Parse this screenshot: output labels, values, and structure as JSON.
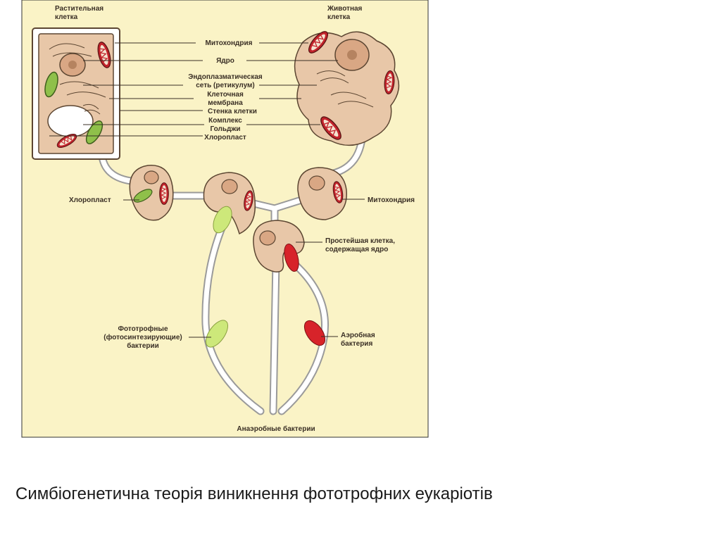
{
  "labels": {
    "plant_cell": [
      "Растительная",
      "клетка"
    ],
    "animal_cell": [
      "Животная",
      "клетка"
    ],
    "mitochondria_top": "Митохондрия",
    "nucleus": "Ядро",
    "er": [
      "Эндоплазматическая",
      "сеть (ретикулум)"
    ],
    "cell_membrane": [
      "Клеточная",
      "мембрана"
    ],
    "cell_wall": "Стенка клетки",
    "golgi": [
      "Комплекс",
      "Гольджи"
    ],
    "chloroplast_top": "Хлоропласт",
    "chloroplast_left": "Хлоропласт",
    "mitochondria_right": "Митохондрия",
    "protozoan": [
      "Простейшая клетка,",
      "содержащая ядро"
    ],
    "phototrophic": [
      "Фототрофные",
      "(фотосинтезирующие)",
      "бактерии"
    ],
    "aerobic": [
      "Аэробная",
      "бактерия"
    ],
    "anaerobic": "Анаэробные бактерии"
  },
  "caption": "Симбіогенетична теорія виникнення фототрофних еукаріотів",
  "colors": {
    "panel_bg": "#faf3c6",
    "cell_fill": "#e8c7a8",
    "cell_stroke": "#5c4632",
    "mito_red": "#c2232b",
    "chloro_green": "#8fc04a",
    "bacteria_green": "#cde87a",
    "bacteria_red": "#d7232a"
  }
}
